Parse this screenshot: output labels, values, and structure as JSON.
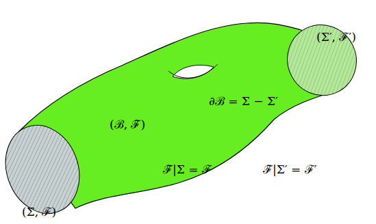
{
  "diagram": {
    "labels": [
      "(Σ′, ℱ′)",
      "(ℬ, ℱ̃)",
      "∂ℬ = Σ − Σ′",
      "ℱ̃|Σ = ℱ",
      "ℱ̃|Σ′ = ℱ′",
      "(Σ, ℱ)"
    ]
  }
}
